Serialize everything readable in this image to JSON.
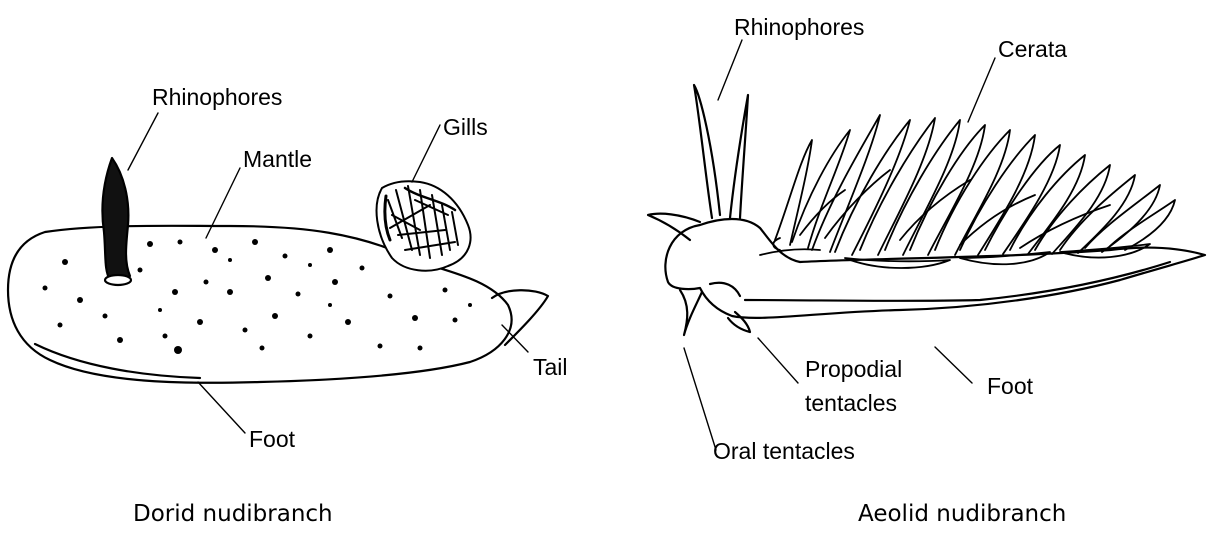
{
  "dorid": {
    "labels": {
      "rhinophores": "Rhinophores",
      "mantle": "Mantle",
      "gills": "Gills",
      "tail": "Tail",
      "foot": "Foot"
    },
    "caption": "Dorid nudibranch"
  },
  "aeolid": {
    "labels": {
      "rhinophores": "Rhinophores",
      "cerata": "Cerata",
      "propodial_tentacles_line1": "Propodial",
      "propodial_tentacles_line2": "tentacles",
      "foot": "Foot",
      "oral_tentacles": "Oral tentacles"
    },
    "caption": "Aeolid nudibranch"
  },
  "colors": {
    "ink": "#000000",
    "background": "#ffffff"
  }
}
